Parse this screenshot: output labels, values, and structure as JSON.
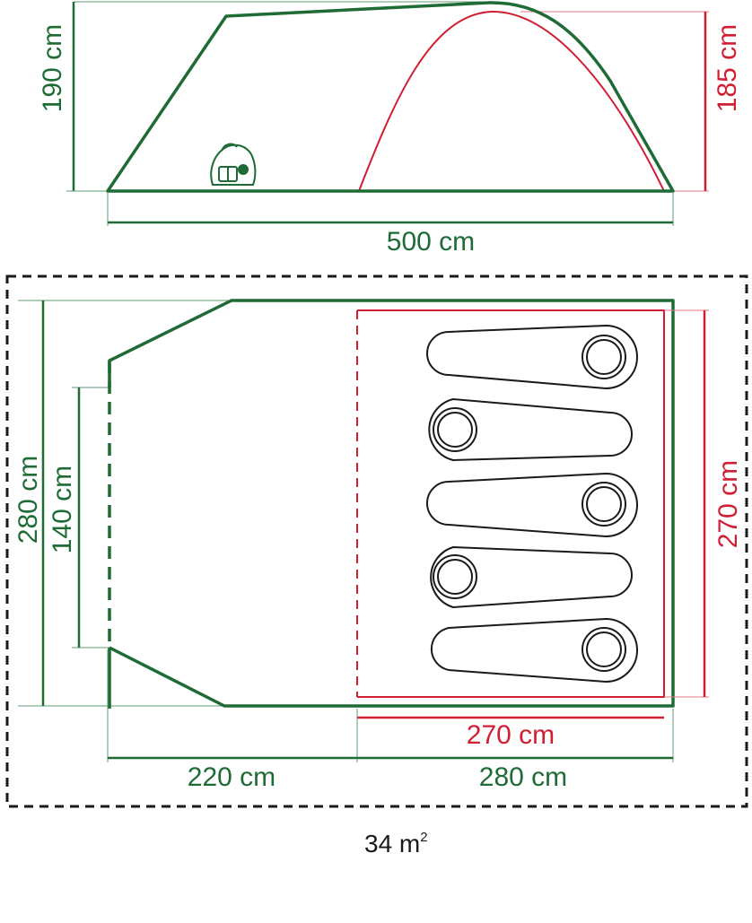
{
  "colors": {
    "green": "#1f6b35",
    "red": "#d01f33",
    "black": "#1a1a1a",
    "ext_line": "#5f9b70",
    "ext_line_red": "#e27a86"
  },
  "side_view": {
    "height_outer": "190 cm",
    "height_inner": "185 cm",
    "length": "500 cm",
    "icon": "backpack-icon"
  },
  "floor_plan": {
    "width_outer": "280 cm",
    "width_door": "140 cm",
    "width_bedroom": "270 cm",
    "depth_bedroom": "270 cm",
    "depth_living": "220 cm",
    "depth_sleeping": "280 cm",
    "sleeping_bags": 5
  },
  "area": {
    "value": "34 m",
    "superscript": "2"
  }
}
